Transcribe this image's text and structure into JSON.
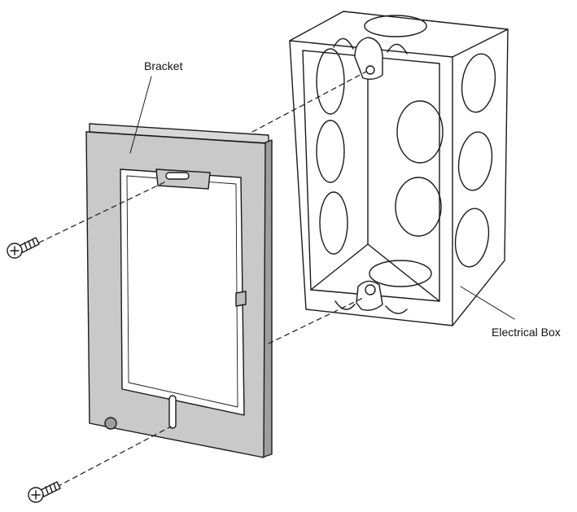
{
  "labels": {
    "bracket": "Bracket",
    "electrical_box": "Electrical Box"
  },
  "colors": {
    "line": "#1a1a1a",
    "bracket_fill": "#c9c9c9",
    "bracket_edge": "#9e9e9e",
    "box_fill": "#ffffff"
  },
  "parts": [
    {
      "name": "bracket",
      "label": "Bracket"
    },
    {
      "name": "electrical-box",
      "label": "Electrical Box"
    },
    {
      "name": "screw-upper"
    },
    {
      "name": "screw-lower"
    }
  ]
}
